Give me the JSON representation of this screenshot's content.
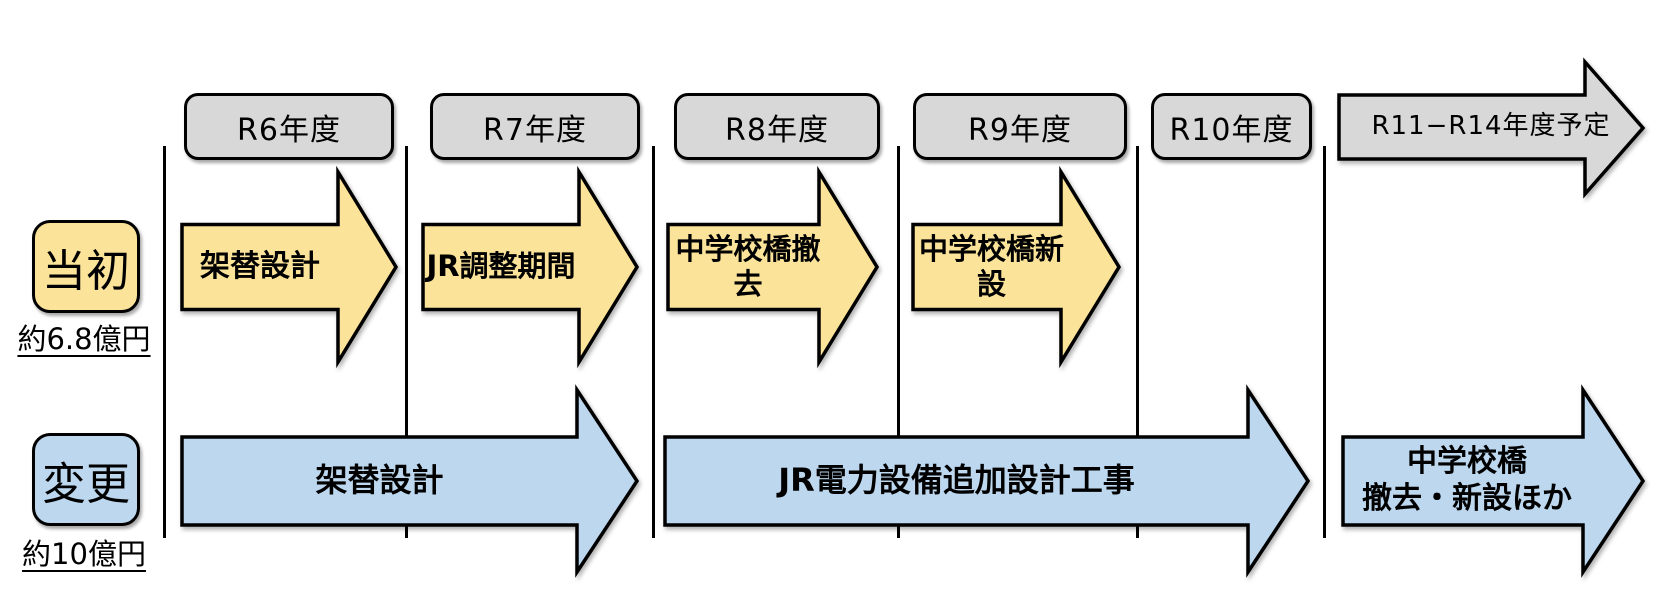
{
  "diagram": {
    "colors": {
      "year_box": "#D8D8D8",
      "future_arrow": "#D8D8D8",
      "initial": "#FBE39A",
      "revised": "#BDD7EE",
      "line": "#000000"
    },
    "years": [
      {
        "label": "R6年度"
      },
      {
        "label": "R7年度"
      },
      {
        "label": "R8年度"
      },
      {
        "label": "R9年度"
      },
      {
        "label": "R10年度"
      }
    ],
    "future_period": {
      "label": "R11−R14年度予定"
    },
    "rows": [
      {
        "label": "当初",
        "cost": "約6.8億円"
      },
      {
        "label": "変更",
        "cost": "約10億円"
      }
    ],
    "initial_plan": {
      "arrows": [
        {
          "label": "架替設計"
        },
        {
          "label": "JR調整期間"
        },
        {
          "label": "中学校橋撤\n去"
        },
        {
          "label": "中学校橋新\n設"
        }
      ]
    },
    "revised_plan": {
      "arrows": [
        {
          "label": "架替設計"
        },
        {
          "label": "JR電力設備追加設計工事"
        },
        {
          "label": "中学校橋\n撤去・新設ほか"
        }
      ]
    }
  }
}
